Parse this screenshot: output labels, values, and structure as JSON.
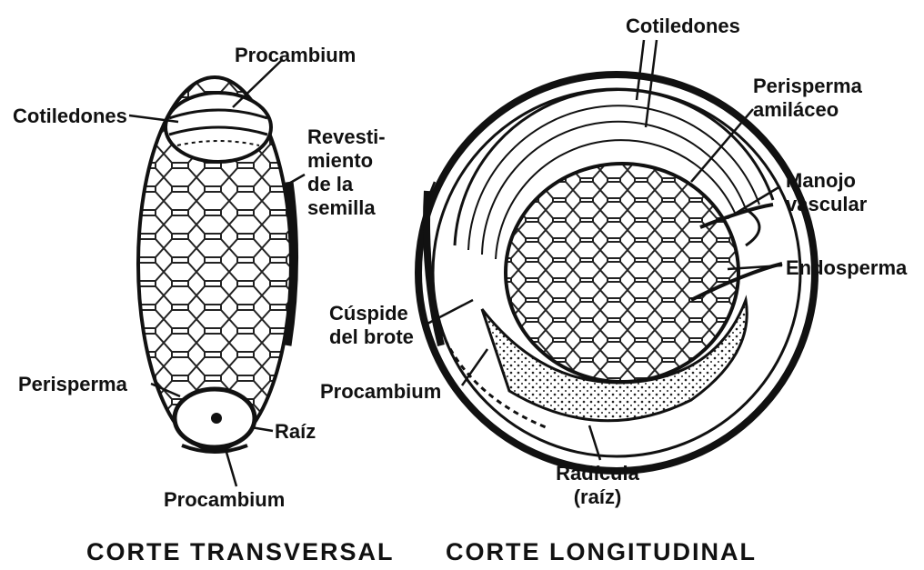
{
  "transversal": {
    "labels": {
      "procambium_top": "Procambium",
      "cotiledones": "Cotiledones",
      "revestimiento": "Revesti-\nmiento\nde la\nsemilla",
      "perisperma": "Perisperma",
      "raiz": "Raíz",
      "procambium_bottom": "Procambium"
    },
    "caption": "CORTE TRANSVERSAL"
  },
  "longitudinal": {
    "labels": {
      "cotiledones": "Cotiledones",
      "perisperma_amilaceo": "Perisperma\namiláceo",
      "manojo_vascular": "Manojo\nvascular",
      "endosperma": "Endosperma",
      "cuspide": "Cúspide\ndel brote",
      "procambium": "Procambium",
      "radicula": "Radícula\n(raíz)"
    },
    "caption": "CORTE LONGITUDINAL"
  }
}
